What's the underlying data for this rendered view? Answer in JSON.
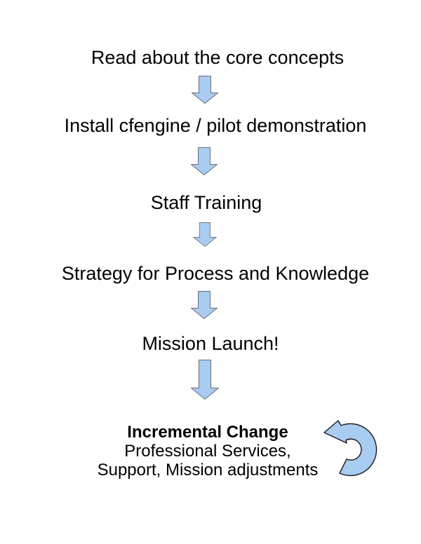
{
  "colors": {
    "background": "#ffffff",
    "text_color": "#000000",
    "arrow_fill": "#a9ccf2",
    "arrow_stroke": "#6e6e6e",
    "loop_stroke": "#1a1a1a"
  },
  "flow": {
    "steps": [
      {
        "label": "Read about the core concepts"
      },
      {
        "label": "Install cfengine / pilot demonstration"
      },
      {
        "label": "Staff Training"
      },
      {
        "label": "Strategy for Process and Knowledge"
      },
      {
        "label": "Mission Launch!"
      }
    ],
    "connector_icon": "down-block-arrow",
    "loop_icon": "counterclockwise-loop-arrow",
    "final_step": {
      "title": "Incremental Change",
      "lines": [
        "Professional Services,",
        "Support, Mission adjustments"
      ]
    }
  }
}
